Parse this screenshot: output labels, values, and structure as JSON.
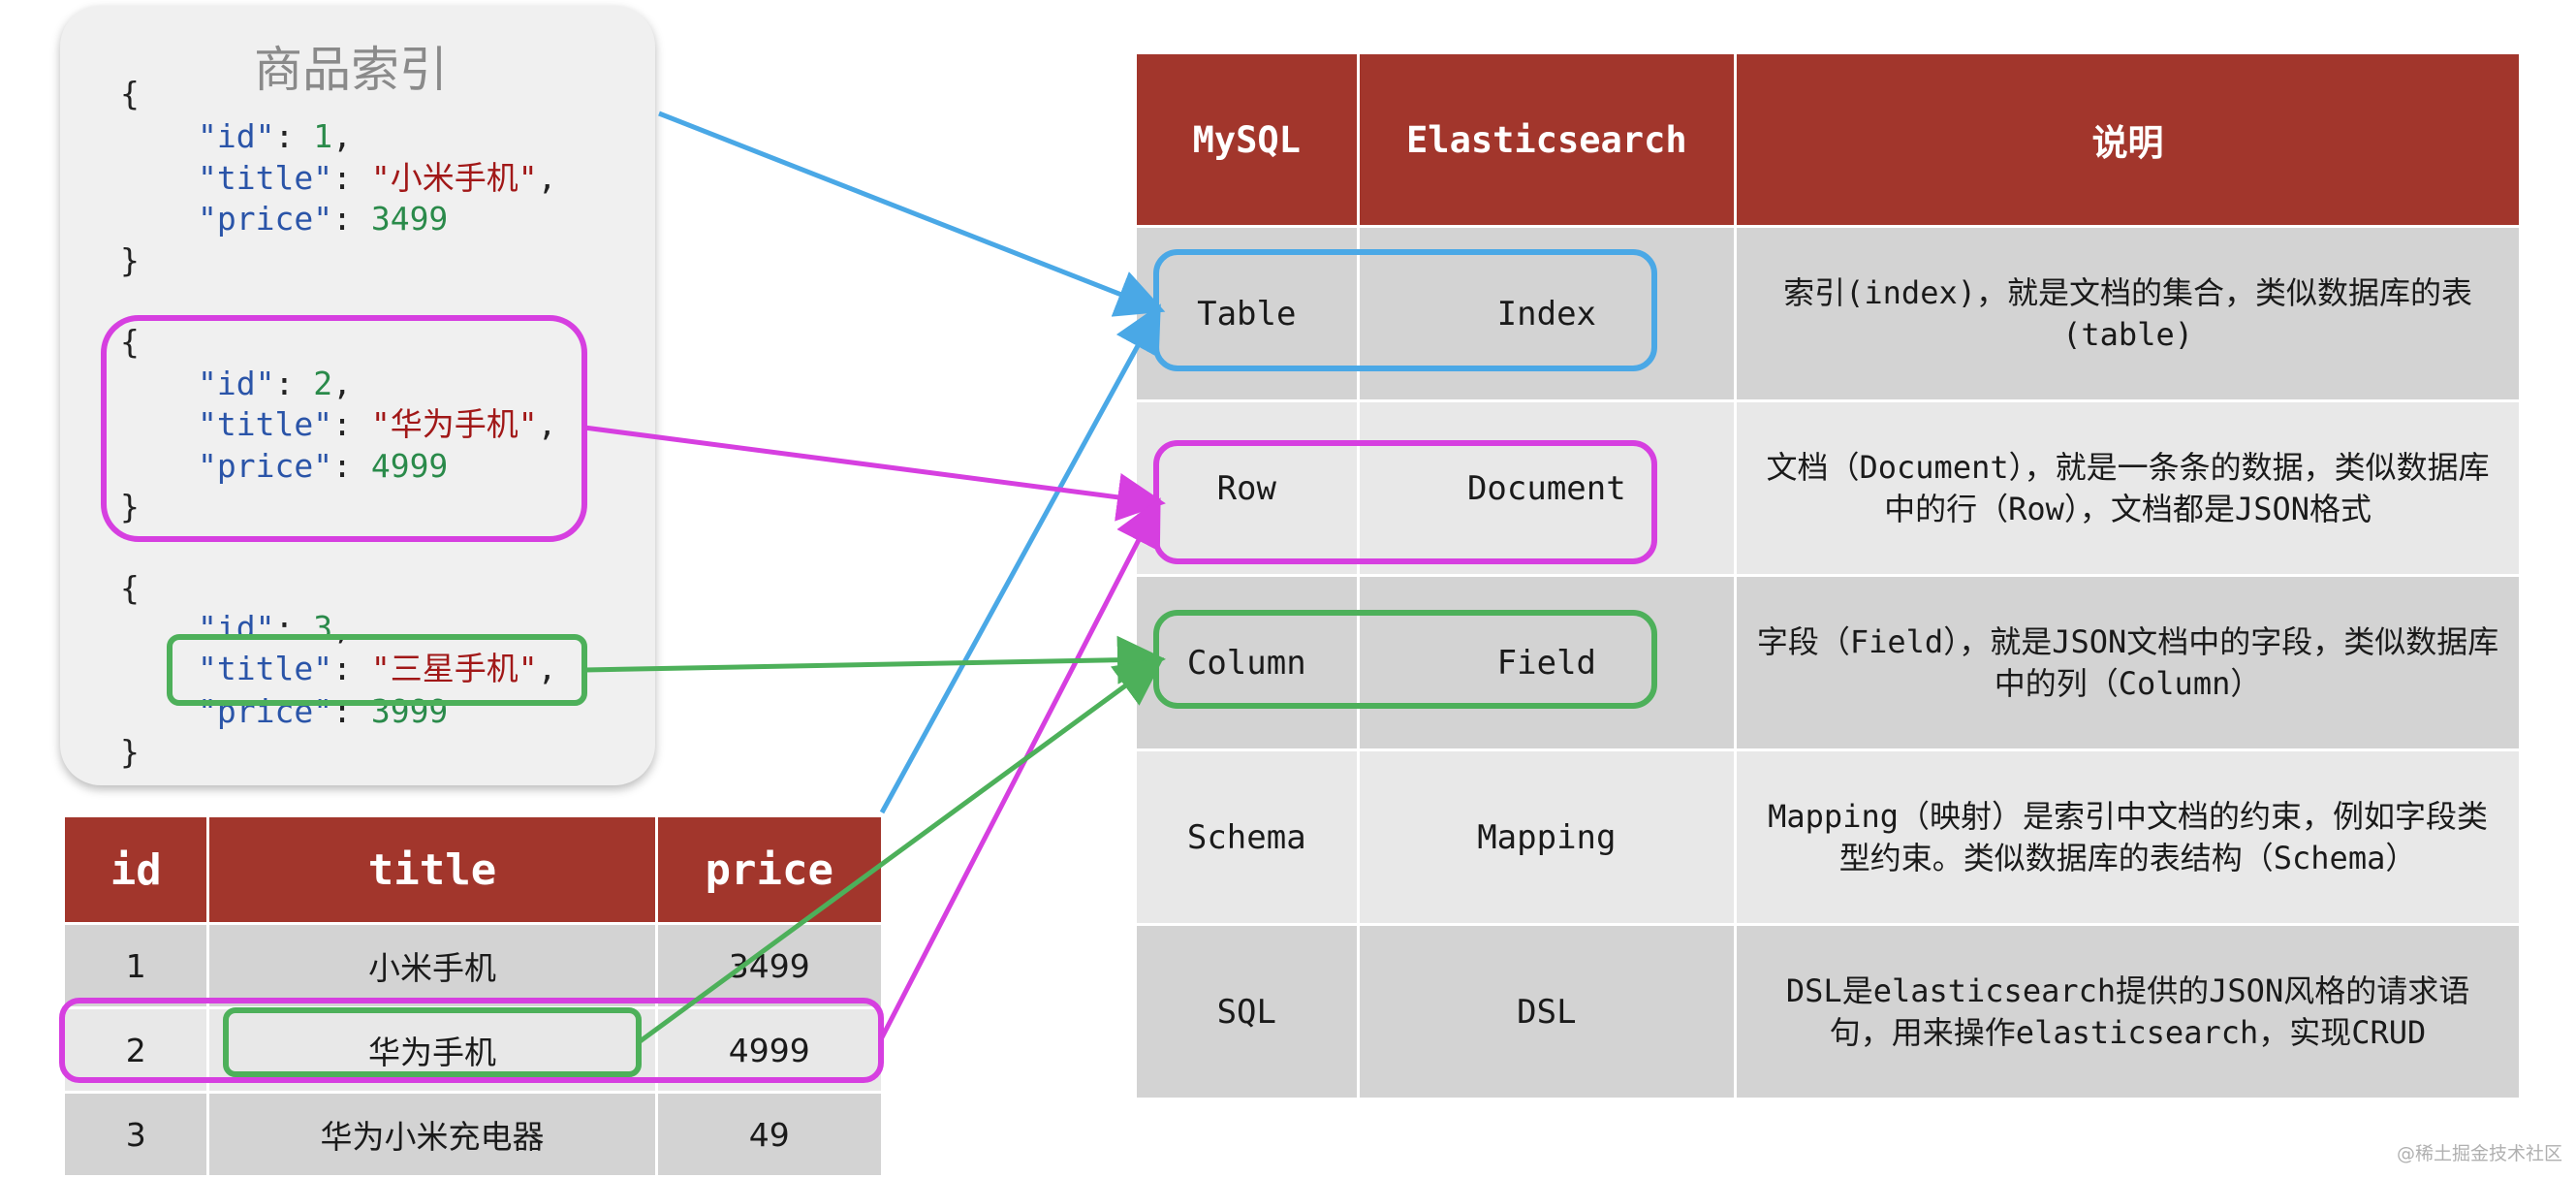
{
  "doc_panel": {
    "title": "商品索引",
    "docs": [
      {
        "id": "1",
        "title": "\"小米手机\"",
        "price": "3499"
      },
      {
        "id": "2",
        "title": "\"华为手机\"",
        "price": "4999"
      },
      {
        "id": "3",
        "title": "\"三星手机\"",
        "price": "3999"
      }
    ],
    "key_id": "\"id\"",
    "key_title": "\"title\"",
    "key_price": "\"price\"",
    "open_brace": "{",
    "close_brace": "}"
  },
  "products_table": {
    "headers": [
      "id",
      "title",
      "price"
    ],
    "rows": [
      [
        "1",
        "小米手机",
        "3499"
      ],
      [
        "2",
        "华为手机",
        "4999"
      ],
      [
        "3",
        "华为小米充电器",
        "49"
      ]
    ]
  },
  "mapping_table": {
    "headers": [
      "MySQL",
      "Elasticsearch",
      "说明"
    ],
    "rows": [
      [
        "Table",
        "Index",
        "索引(index)，就是文档的集合，类似数据库的表(table)"
      ],
      [
        "Row",
        "Document",
        "文档（Document），就是一条条的数据，类似数据库中的行（Row），文档都是JSON格式"
      ],
      [
        "Column",
        "Field",
        "字段（Field），就是JSON文档中的字段，类似数据库中的列（Column）"
      ],
      [
        "Schema",
        "Mapping",
        "Mapping（映射）是索引中文档的约束，例如字段类型约束。类似数据库的表结构（Schema）"
      ],
      [
        "SQL",
        "DSL",
        "DSL是elasticsearch提供的JSON风格的请求语句，用来操作elasticsearch，实现CRUD"
      ]
    ]
  },
  "colors": {
    "header_red": "#a2362c",
    "blue": "#4aa8e6",
    "magenta": "#d63fe0",
    "green": "#4db05a"
  },
  "watermark": "@稀土掘金技术社区"
}
